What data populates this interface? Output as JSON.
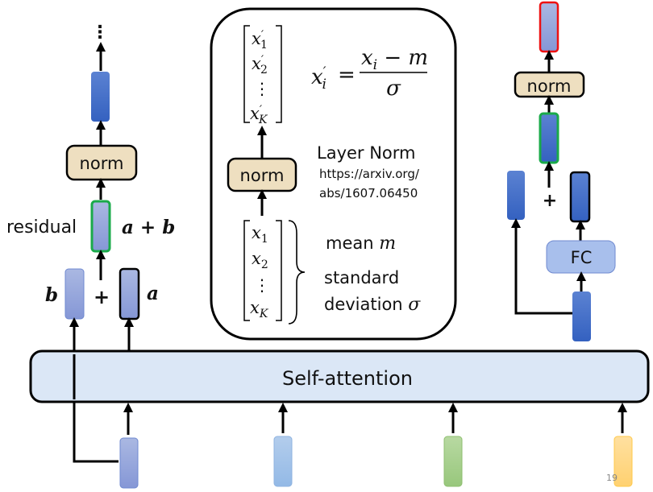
{
  "colors": {
    "vec_dark_blue": "#3f6cc8",
    "vec_light_blue": "#98abdc",
    "vec_sky": "#a7c6ea",
    "vec_green": "#a8cf8e",
    "vec_yellow": "#ffd987",
    "norm_fill": "#eedfc0",
    "attn_fill": "#d9e6f6",
    "fc_fill": "#a8bfec",
    "residual_border": "#1aaa4a",
    "output_border": "#ee1111"
  },
  "left": {
    "ellipsis": "⋮",
    "norm_label": "norm",
    "residual_label": "residual",
    "sum_label": "a + b",
    "b_label": "b",
    "plus": "+",
    "a_label": "a"
  },
  "center_box": {
    "output_vector": [
      "x′1",
      "x′2",
      "⋮",
      "x′K"
    ],
    "output_entries": [
      {
        "base": "x",
        "prime": "′",
        "sub": "1"
      },
      {
        "base": "x",
        "prime": "′",
        "sub": "2"
      },
      {
        "base": "⋮",
        "prime": "",
        "sub": ""
      },
      {
        "base": "x",
        "prime": "′",
        "sub": "K"
      }
    ],
    "formula": {
      "lhs_base": "x",
      "lhs_prime": "′",
      "lhs_sub": "i",
      "equals": "=",
      "num_base": "x",
      "num_sub": "i",
      "num_rest": " − m",
      "den": "σ"
    },
    "norm_label": "norm",
    "title": "Layer Norm",
    "link_line1": "https://arxiv.org/",
    "link_line2": "abs/1607.06450",
    "input_entries": [
      {
        "base": "x",
        "sub": "1"
      },
      {
        "base": "x",
        "sub": "2"
      },
      {
        "base": "⋮",
        "sub": ""
      },
      {
        "base": "x",
        "sub": "K"
      }
    ],
    "mean_text": "mean ",
    "mean_sym": "m",
    "std_line1": "standard",
    "std_line2": "deviation ",
    "std_sym": "σ"
  },
  "right": {
    "norm_label": "norm",
    "plus": "+",
    "fc_label": "FC"
  },
  "self_attention": {
    "label": "Self-attention"
  },
  "page_number": "19"
}
